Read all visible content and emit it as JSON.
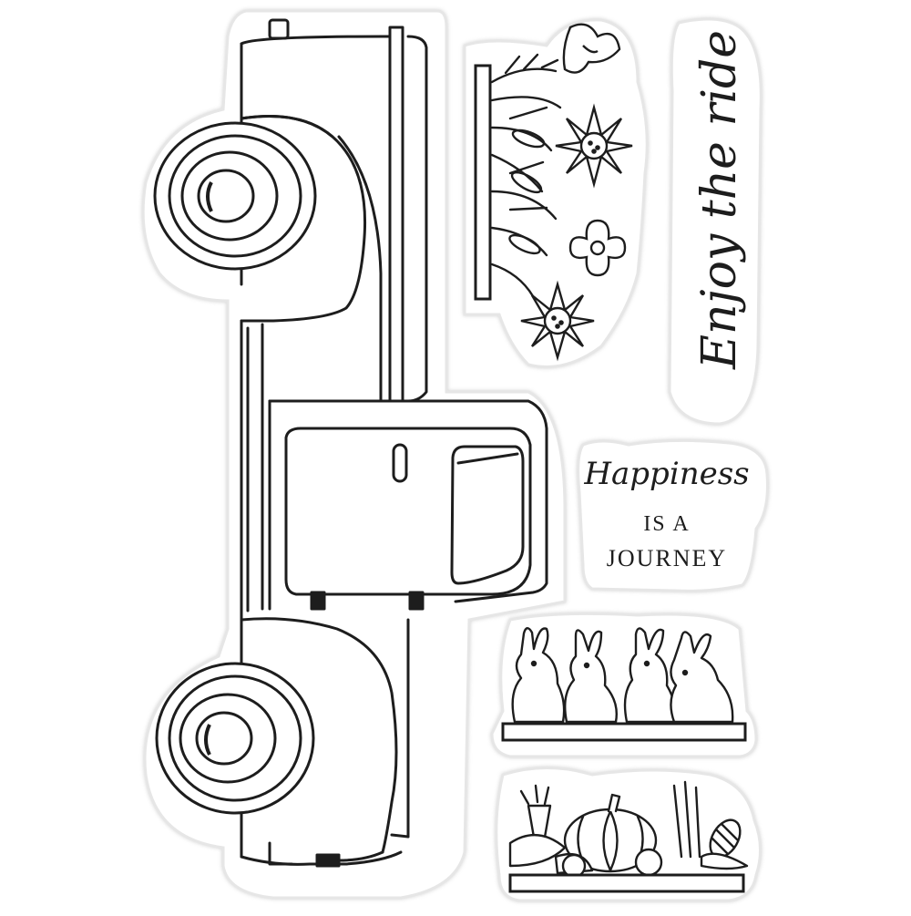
{
  "stamps": {
    "truck": {
      "icon": "pickup-truck-icon"
    },
    "flowers": {
      "icon": "flower-bed-icon"
    },
    "ride_sentiment": {
      "text": "Enjoy the ride"
    },
    "journey_sentiment": {
      "line1": "Happiness",
      "line2": "IS A",
      "line3": "JOURNEY"
    },
    "bunnies": {
      "icon": "bunnies-on-shelf-icon"
    },
    "vegetables": {
      "icon": "vegetables-crate-icon"
    }
  },
  "colors": {
    "background": "#ffffff",
    "stamp_outline": "#e6e6e6",
    "ink": "#1d1d1d"
  }
}
